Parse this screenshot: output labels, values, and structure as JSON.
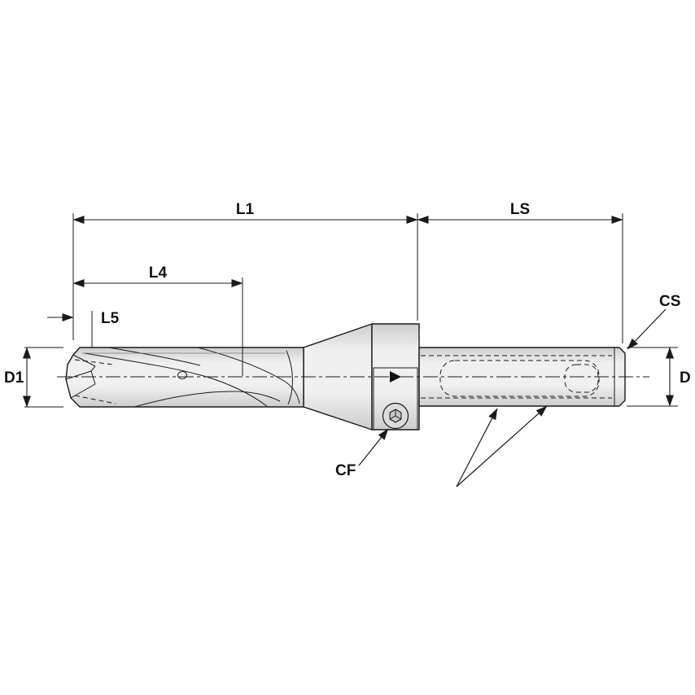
{
  "diagram": {
    "labels": {
      "l1": "L1",
      "l4": "L4",
      "l5": "L5",
      "ls": "LS",
      "d1": "D1",
      "d": "D",
      "cs": "CS",
      "cf": "CF"
    },
    "colors": {
      "line": "#1a1a1a",
      "body_fill": "#f0f0f0",
      "body_shade": "#cdcdcd",
      "screw_fill": "#dcdcdc",
      "background": "#ffffff"
    }
  }
}
